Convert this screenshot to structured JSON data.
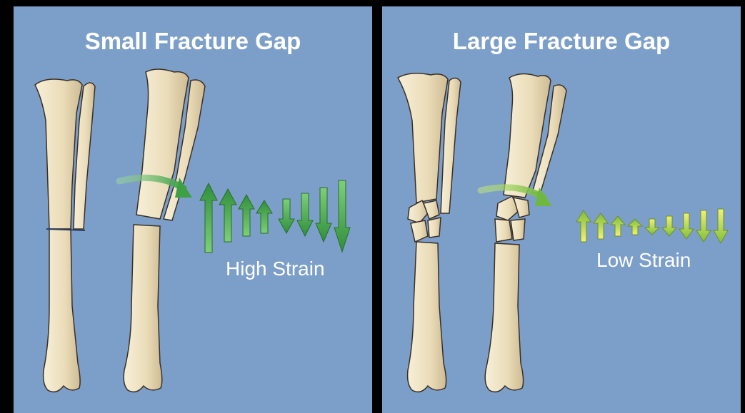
{
  "panels": [
    {
      "title": "Small Fracture Gap",
      "strain_label": "High Strain"
    },
    {
      "title": "Large Fracture Gap",
      "strain_label": "Low Strain"
    }
  ],
  "colors": {
    "background": "#7c9fca",
    "bone": "#efe4c6",
    "bone_outline": "#3a2f25",
    "high_strain_arrow": "#5fb35a",
    "low_strain_arrow": "#b8d84a",
    "border": "#000000"
  },
  "icons": {
    "bending_arrow": "curved-arrow-icon",
    "strain_arrows": "double-row-arrow-icon"
  }
}
